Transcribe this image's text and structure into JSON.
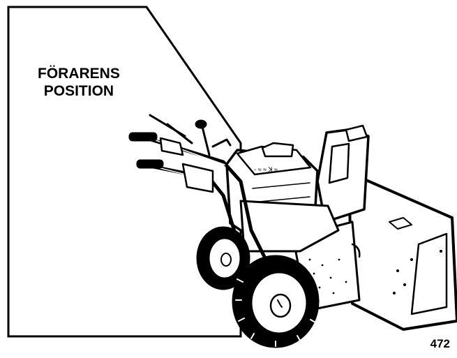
{
  "figure": {
    "operator_position_label_line1": "FÖRARENS",
    "operator_position_label_line2": "POSITION",
    "figure_number": "472"
  },
  "icons": {
    "operator_zone": "operator-position-zone",
    "machine": "snow-thrower-illustration"
  }
}
